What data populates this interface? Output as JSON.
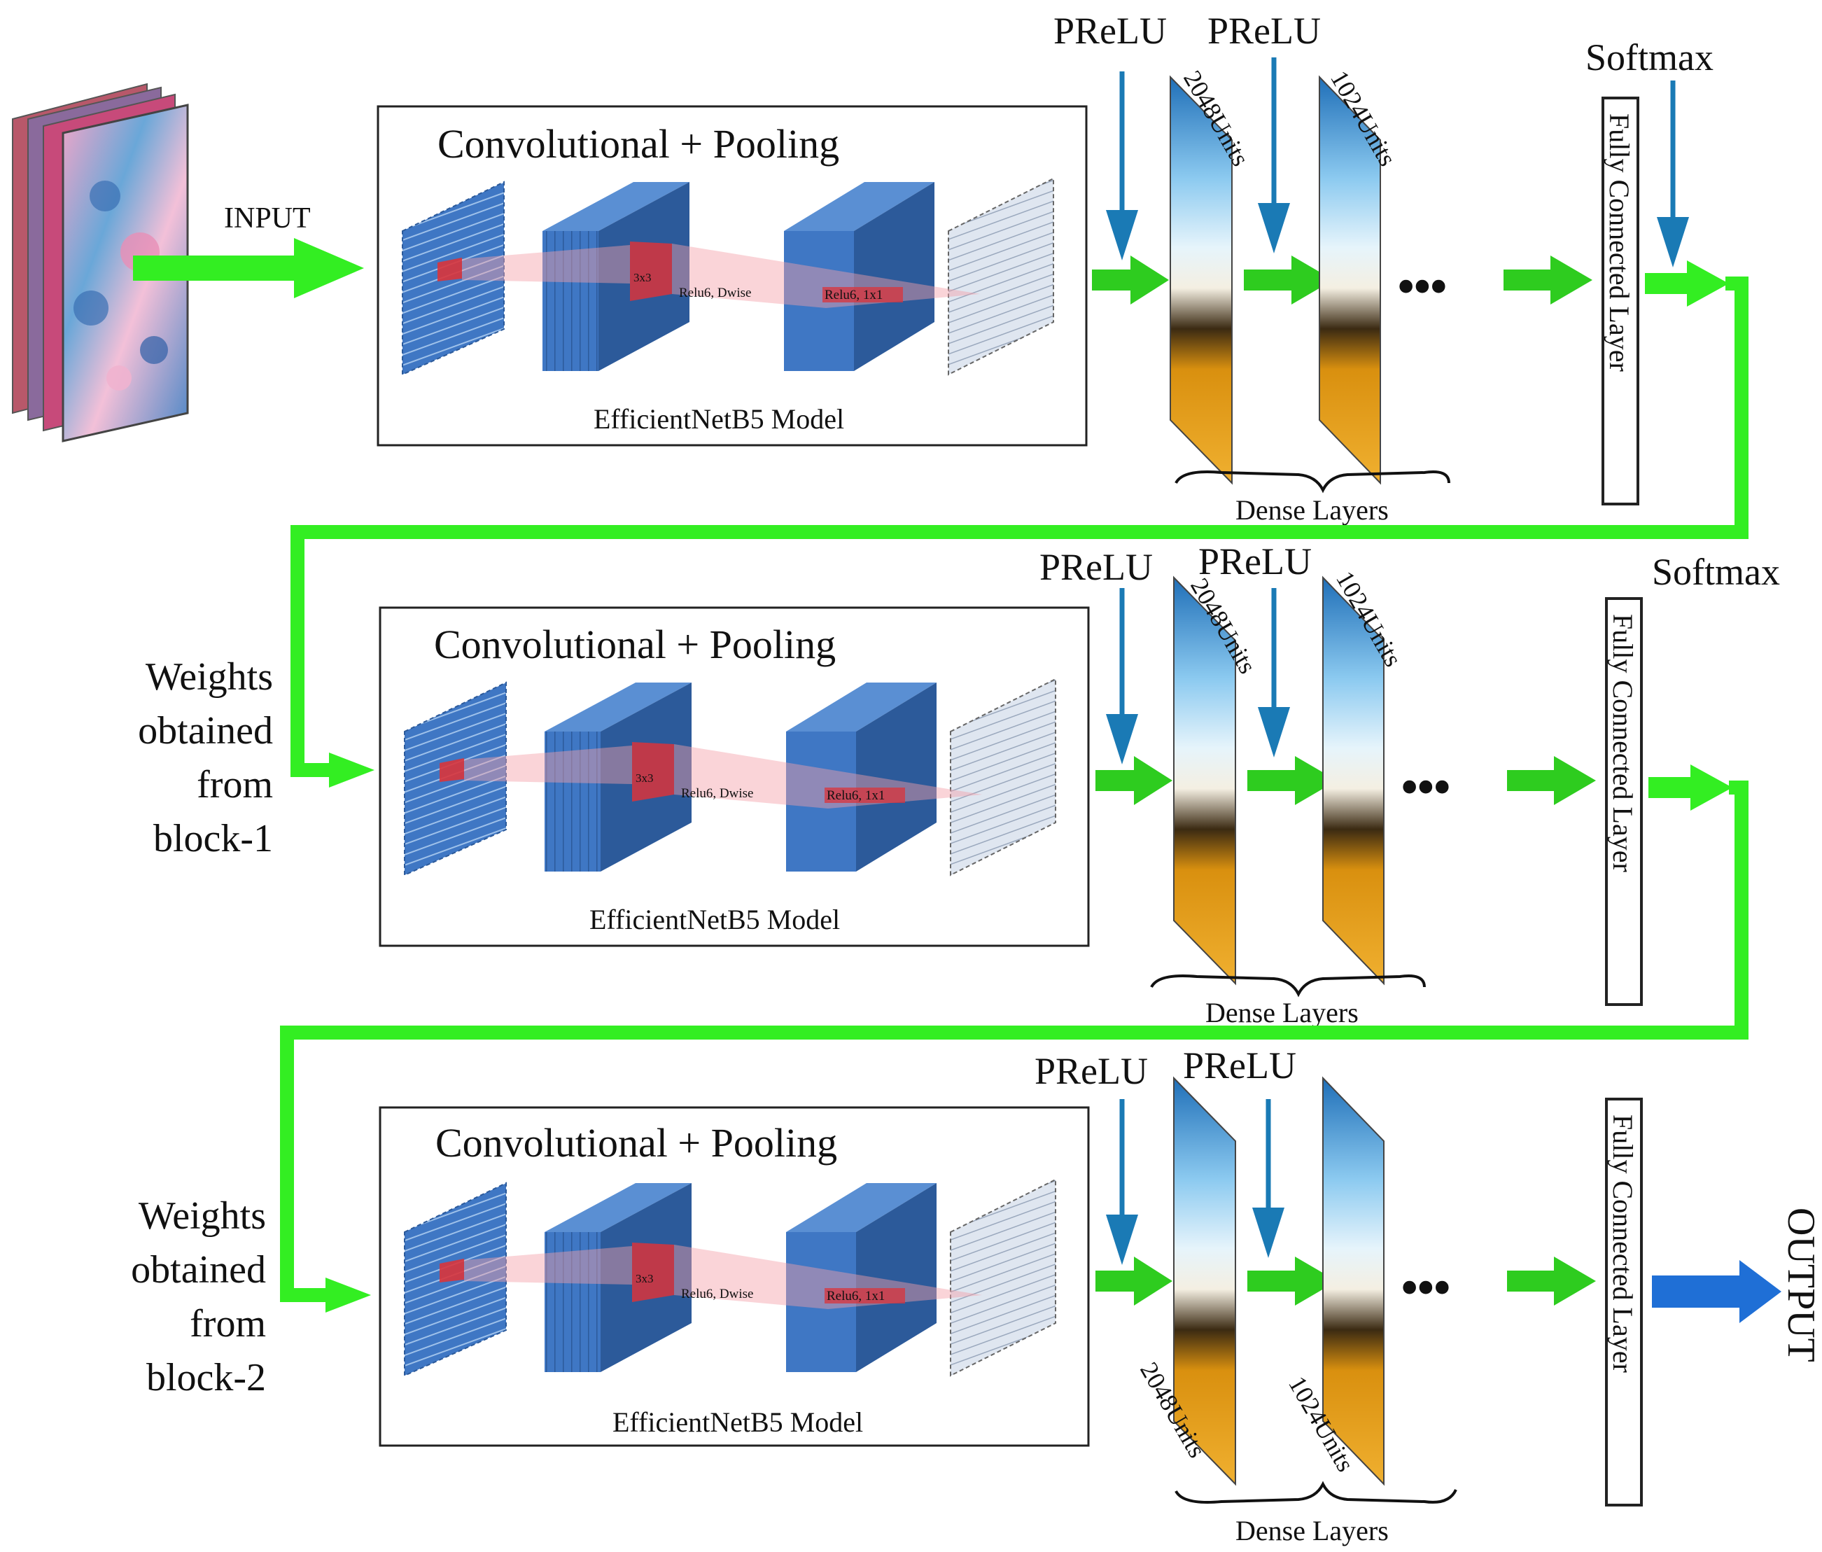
{
  "input_label": "INPUT",
  "output_label": "OUTPUT",
  "colors": {
    "green_arrow": "#2ecc1f",
    "green_connector": "#33ee22",
    "blue_arrow": "#1a7ab5",
    "output_arrow": "#1f6fd6",
    "conv_block": "#3f77c4",
    "conv_block_dark": "#2c5a9a",
    "red_highlight": "#d9343b"
  },
  "blocks": [
    {
      "model_title": "Convolutional + Pooling",
      "model_caption": "EfficientNetB5 Model",
      "op_small_1": "3x3",
      "op_small_2": "Relu6, Dwise",
      "op_small_3": "Relu6, 1x1",
      "activation_1": "PReLU",
      "activation_2": "PReLU",
      "dense_units_1": "2048Units",
      "dense_units_2": "1024Units",
      "dense_caption": "Dense Layers",
      "softmax_label": "Softmax",
      "fc_label": "Fully Connected Layer",
      "ellipsis": "•••",
      "side_label_lines": []
    },
    {
      "model_title": "Convolutional + Pooling",
      "model_caption": "EfficientNetB5 Model",
      "op_small_1": "3x3",
      "op_small_2": "Relu6, Dwise",
      "op_small_3": "Relu6, 1x1",
      "activation_1": "PReLU",
      "activation_2": "PReLU",
      "dense_units_1": "2048Units",
      "dense_units_2": "1024Units",
      "dense_caption": "Dense Layers",
      "softmax_label": "Softmax",
      "fc_label": "Fully Connected Layer",
      "ellipsis": "•••",
      "side_label_lines": [
        "Weights",
        "obtained",
        "from",
        "block-1"
      ]
    },
    {
      "model_title": "Convolutional + Pooling",
      "model_caption": "EfficientNetB5 Model",
      "op_small_1": "3x3",
      "op_small_2": "Relu6, Dwise",
      "op_small_3": "Relu6, 1x1",
      "activation_1": "PReLU",
      "activation_2": "PReLU",
      "dense_units_1": "2048Units",
      "dense_units_2": "1024Units",
      "dense_caption": "Dense Layers",
      "softmax_label": "",
      "fc_label": "Fully Connected Layer",
      "ellipsis": "•••",
      "side_label_lines": [
        "Weights",
        "obtained",
        "from",
        "block-2"
      ]
    }
  ]
}
